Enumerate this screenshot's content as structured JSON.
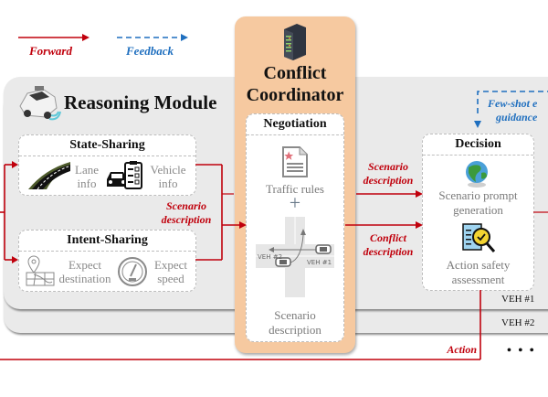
{
  "legend": {
    "forward_label": "Forward",
    "feedback_label": "Feedback",
    "forward_color": "#c0000c",
    "feedback_color": "#1f6fbf"
  },
  "reasoning_module": {
    "title": "Reasoning Module",
    "icon": "autonomous-car-icon",
    "state_sharing": {
      "title": "State-Sharing",
      "items": [
        {
          "icon": "road-lane-icon",
          "label_line1": "Lane",
          "label_line2": "info"
        },
        {
          "icon": "vehicle-checklist-icon",
          "label_line1": "Vehicle",
          "label_line2": "info"
        }
      ]
    },
    "intent_sharing": {
      "title": "Intent-Sharing",
      "items": [
        {
          "icon": "map-pin-icon",
          "label_line1": "Expect",
          "label_line2": "destination"
        },
        {
          "icon": "speedometer-icon",
          "label_line1": "Expect",
          "label_line2": "speed"
        }
      ]
    },
    "output_label_line1": "Scenario",
    "output_label_line2": "description"
  },
  "coordinator": {
    "icon": "server-icon",
    "title_line1": "Conflict",
    "title_line2": "Coordinator",
    "negotiation": {
      "title": "Negotiation",
      "traffic_rules_label": "Traffic rules",
      "plus_sign": "+",
      "scene": {
        "veh2_label": "VEH #2",
        "veh1_label": "VEH #1"
      },
      "scenario_line1": "Scenario",
      "scenario_line2": "description"
    }
  },
  "arrows": {
    "scenario_line1": "Scenario",
    "scenario_line2": "description",
    "conflict_line1": "Conflict",
    "conflict_line2": "description",
    "action_label": "Action",
    "fewshot_line1": "Few-shot e",
    "fewshot_line2": "guidance"
  },
  "decision": {
    "title": "Decision",
    "items": [
      {
        "icon": "globe-icon",
        "label_line1": "Scenario prompt",
        "label_line2": "generation"
      },
      {
        "icon": "safety-inspection-icon",
        "label_line1": "Action safety",
        "label_line2": "assessment"
      }
    ]
  },
  "vehicles": {
    "veh1_label": "VEH #1",
    "veh2_label": "VEH #2",
    "more_label": "• • •"
  }
}
